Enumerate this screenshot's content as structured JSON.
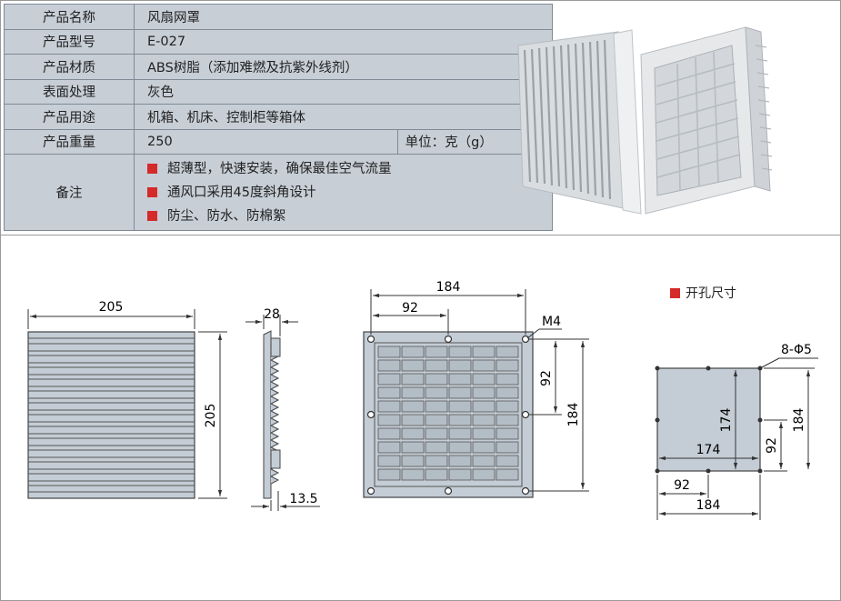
{
  "spec_table": {
    "rows": [
      {
        "label": "产品名称",
        "value": "风扇网罩"
      },
      {
        "label": "产品型号",
        "value": "E-027"
      },
      {
        "label": "产品材质",
        "value": "ABS树脂（添加难燃及抗紫外线剂）"
      },
      {
        "label": "表面处理",
        "value": "灰色"
      },
      {
        "label": "产品用途",
        "value": "机箱、机床、控制柜等箱体"
      }
    ],
    "weight": {
      "label": "产品重量",
      "value": "250",
      "unit": "单位：克（g）"
    },
    "notes": {
      "label": "备注",
      "items": [
        "超薄型，快速安装，确保最佳空气流量",
        "通风口采用45度斜角设计",
        "防尘、防水、防棉絮"
      ]
    }
  },
  "drawings": {
    "front_width": "205",
    "front_height": "205",
    "side_depth": "28",
    "side_base": "13.5",
    "back_width": "184",
    "back_half": "92",
    "back_screw": "M4",
    "back_half_v": "92",
    "back_height": "184",
    "cutout_legend": "开孔尺寸",
    "cutout_holes": "8-Φ5",
    "cutout_inner_v": "174",
    "cutout_inner_h": "174",
    "cutout_half_v": "92",
    "cutout_outer_v": "184",
    "cutout_half_h": "92",
    "cutout_outer_h": "184"
  },
  "colors": {
    "accent": "#d42a2a",
    "table_bg": "#c7ced6",
    "drawing_fill": "#c4cdd5"
  }
}
